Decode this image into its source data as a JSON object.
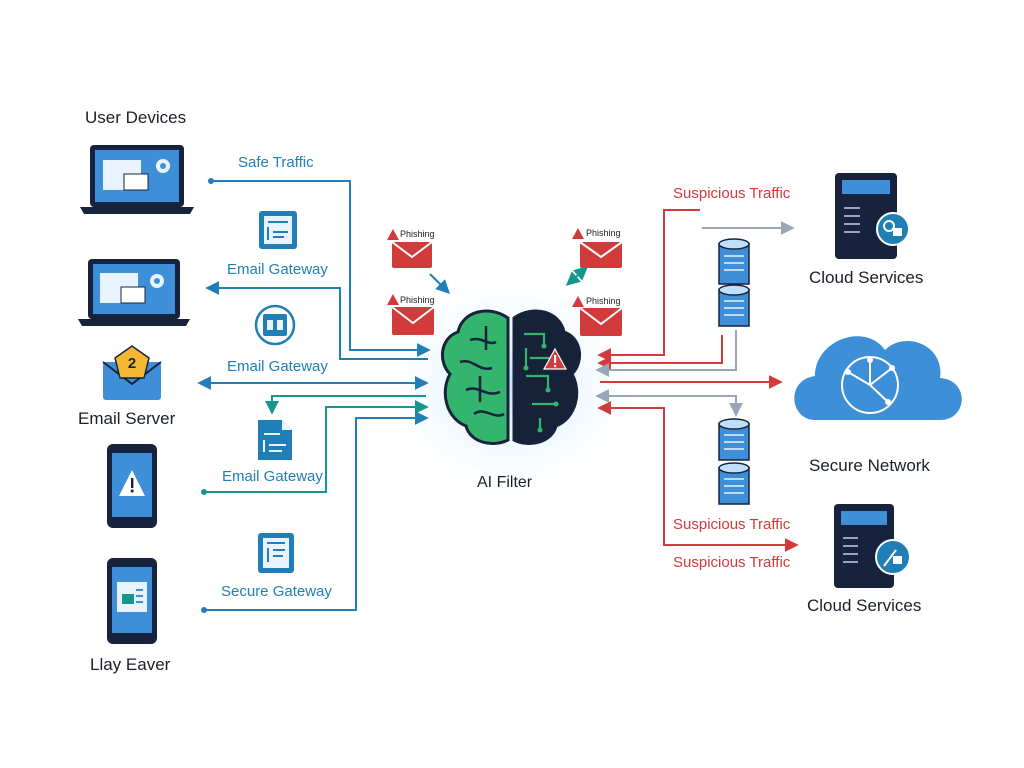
{
  "labels": {
    "user_devices": "User Devices",
    "email_server": "Email Server",
    "bottom_device": "Llay Eaver",
    "safe_traffic": "Safe Traffic",
    "email_gateway_1": "Email Gateway",
    "email_gateway_2": "Email Gateway",
    "email_gateway_3": "Email Gateway",
    "secure_gateway": "Secure Gateway",
    "phishing_1": "Phishing",
    "phishing_2": "Phishing",
    "phishing_3": "Phishing",
    "phishing_4": "Phishing",
    "ai_filter": "AI Filter",
    "suspicious_traffic_1": "Suspicious Traffic",
    "suspicious_traffic_2": "Suspicious Traffic",
    "suspicious_traffic_3": "Suspicious Traffic",
    "cloud_services_1": "Cloud Services",
    "cloud_services_2": "Cloud Services",
    "secure_network": "Secure Network",
    "email_badge": "2"
  },
  "colors": {
    "safe_blue": "#1f7fb6",
    "safe_teal": "#17968f",
    "threat_red": "#d23b3b",
    "neutral_gray": "#9aa6b8",
    "device_navy": "#17233d",
    "screen_blue": "#3f8fd8",
    "brain_green": "#34b56e",
    "brain_navy": "#162238",
    "cloud_blue": "#3d8fd8"
  },
  "icons": {
    "laptops": [
      "laptop-icon",
      "laptop-icon"
    ],
    "email_server": "envelope-icon",
    "phones": [
      "warning-phone-icon",
      "mail-phone-icon"
    ],
    "gateways": [
      "document-icon",
      "lock-doc-icon",
      "file-icon",
      "panel-icon"
    ],
    "phishing": [
      "envelope-warning-icon"
    ],
    "center": "brain-icon",
    "databases": [
      "database-icon"
    ],
    "servers": [
      "server-lock-icon"
    ],
    "cloud": "cloud-icon"
  }
}
